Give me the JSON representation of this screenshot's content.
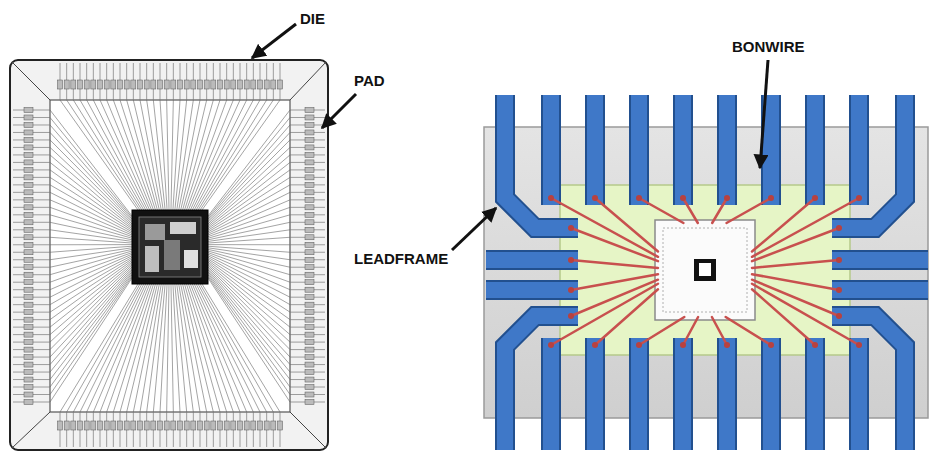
{
  "diagram": {
    "labels": [
      "DIE",
      "PAD",
      "BONWIRE",
      "LEADFRAME"
    ]
  }
}
